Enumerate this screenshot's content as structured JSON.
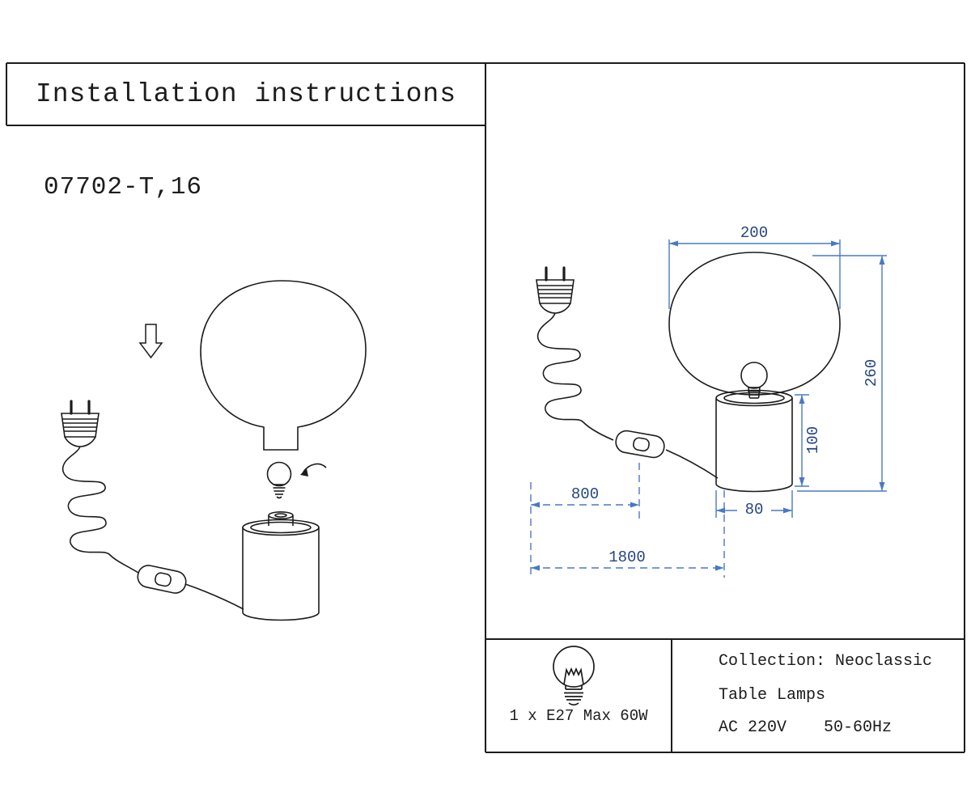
{
  "header": {
    "title": "Installation instructions"
  },
  "model_number": "07702-T,16",
  "dimensions": {
    "shade_width_mm": "200",
    "total_height_mm": "260",
    "base_height_mm": "100",
    "base_diameter_mm": "80",
    "switch_distance_mm": "800",
    "cord_length_mm": "1800"
  },
  "specs": {
    "lamp_spec": "1 x E27 Max 60W",
    "collection_line": "Collection: Neoclassic",
    "category_line": "Table Lamps",
    "voltage": "AC 220V",
    "frequency": "50-60Hz"
  },
  "colors": {
    "line_art": "#1c1c1c",
    "dimension_line": "#4a79c4",
    "dimension_text": "#24457e"
  },
  "icons": {
    "exploded_plug": "power-plug-icon",
    "assembled_plug": "power-plug-icon",
    "assembly_direction": "arrow-down-icon",
    "bulb_rotation": "rotate-arrow-icon",
    "exploded_bulb": "light-bulb-icon",
    "spec_bulb": "light-bulb-icon"
  }
}
